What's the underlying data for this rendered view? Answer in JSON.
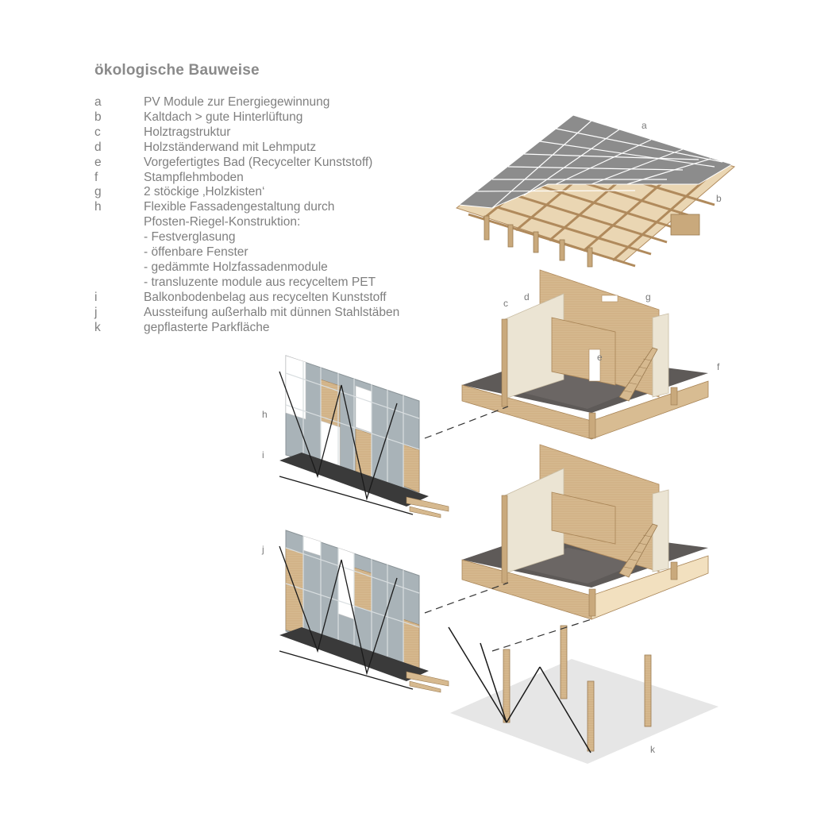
{
  "title": "ökologische Bauweise",
  "legend": [
    {
      "key": "a",
      "text": "PV Module zur Energiegewinnung"
    },
    {
      "key": "b",
      "text": "Kaltdach > gute Hinterlüftung"
    },
    {
      "key": "c",
      "text": "Holztragstruktur"
    },
    {
      "key": "d",
      "text": "Holzständerwand mit Lehmputz"
    },
    {
      "key": "e",
      "text": "Vorgefertigtes Bad (Recycelter Kunststoff)"
    },
    {
      "key": "f",
      "text": "Stampflehmboden"
    },
    {
      "key": "g",
      "text": "2 stöckige ‚Holzkisten‘"
    },
    {
      "key": "h",
      "text": "Flexible Fassadengestaltung durch"
    },
    {
      "key": "",
      "text": "Pfosten-Riegel-Konstruktion:"
    },
    {
      "key": "",
      "text": "- Festverglasung"
    },
    {
      "key": "",
      "text": "- öffenbare Fenster"
    },
    {
      "key": "",
      "text": "- gedämmte Holzfassadenmodule"
    },
    {
      "key": "",
      "text": "- transluzente module aus recyceltem PET"
    },
    {
      "key": "i",
      "text": "Balkonbodenbelag aus recycelten Kunststoff"
    },
    {
      "key": "j",
      "text": "Aussteifung außerhalb mit dünnen Stahlstäben"
    },
    {
      "key": "k",
      "text": "gepflasterte Parkfläche"
    }
  ],
  "labels": {
    "a": "a",
    "b": "b",
    "c": "c",
    "d": "d",
    "e": "e",
    "f": "f",
    "g": "g",
    "h": "h",
    "i": "i",
    "j": "j",
    "k": "k"
  },
  "colors": {
    "pv_panel": "#8c8c8c",
    "timber": "#d2b48c",
    "timber_dark": "#b08a5c",
    "clay_wall": "#ebe4d3",
    "floor": "#5e5a58",
    "glass": "#a9b3b8",
    "pet_module": "#ffffff",
    "ground": "#e6e6e6",
    "steel_rod": "#1a1a1a"
  }
}
